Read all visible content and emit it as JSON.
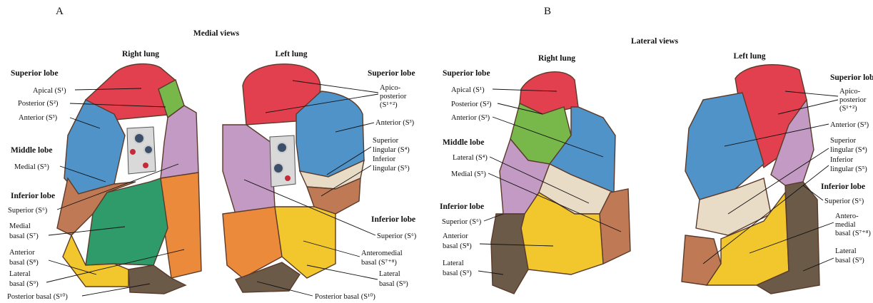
{
  "panels": {
    "a": {
      "letter": "A",
      "view_title": "Medial views"
    },
    "b": {
      "letter": "B",
      "view_title": "Lateral views"
    }
  },
  "lungs": {
    "right": "Right lung",
    "left": "Left lung"
  },
  "lobes": {
    "superior": "Superior lobe",
    "middle": "Middle lobe",
    "inferior": "Inferior lobe"
  },
  "segments": {
    "apical": "Apical (S¹)",
    "posterior": "Posterior (S²)",
    "anterior": "Anterior (S³)",
    "medial": "Medial (S⁵)",
    "lateral": "Lateral (S⁴)",
    "superior": "Superior (S⁶)",
    "medial_basal_1": "Medial",
    "medial_basal_2": "basal (S⁷)",
    "anterior_basal_1": "Anterior",
    "anterior_basal_2": "basal (S⁸)",
    "lateral_basal_1": "Lateral",
    "lateral_basal_2": "basal (S⁹)",
    "posterior_basal": "Posterior basal (S¹⁰)",
    "apico_1": "Apico-",
    "apico_2": "posterior",
    "apico_3": "(S¹⁺²)",
    "sup_lingular_1": "Superior",
    "sup_lingular_2": "lingular (S⁴)",
    "inf_lingular_1": "Inferior",
    "inf_lingular_2": "lingular (S⁵)",
    "anteromedial_1": "Anteromedial",
    "anteromedial_2": "basal (S⁷⁺⁸)",
    "antero_1": "Antero-",
    "antero_2": "medial",
    "antero_3": "basal (S⁷⁺⁸)"
  },
  "colors": {
    "apical": "#e2404e",
    "posterior": "#78b84a",
    "anterior": "#4f93c9",
    "middle_medial": "#bf7a55",
    "lateral_mid": "#e8dcc6",
    "superior_s6": "#c39ac3",
    "medial_basal": "#2f9a6a",
    "anterior_basal": "#f2c72d",
    "lateral_basal": "#ec8a3c",
    "posterior_basal": "#6b5a48",
    "hilum": "#d9d9d9"
  }
}
